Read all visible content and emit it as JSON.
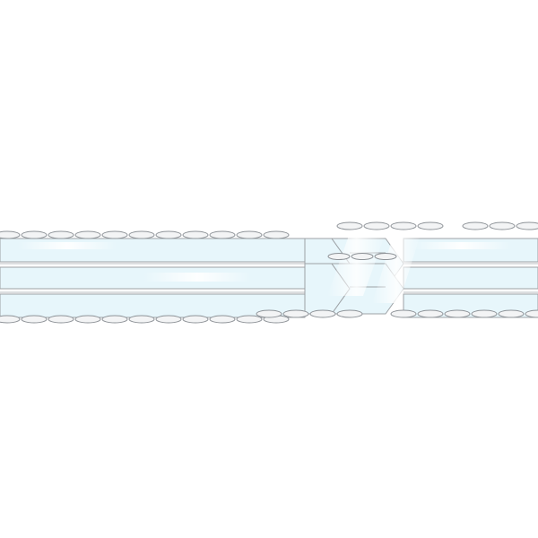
{
  "diagram": {
    "type": "schematic-pipe-junction",
    "background": "#ffffff",
    "colors": {
      "fill_light_blue": "#e7f6fb",
      "stroke_gray": "#9ea2a6",
      "bead_fill": "#f3f4f5",
      "bead_stroke": "#8e9398",
      "highlight": "#ffffff",
      "divider": "#b9bdc1"
    },
    "structure": {
      "left_segment": "straight-pipe",
      "junction": "branching-hexagon-links",
      "right_segment": "straight-pipe"
    }
  }
}
